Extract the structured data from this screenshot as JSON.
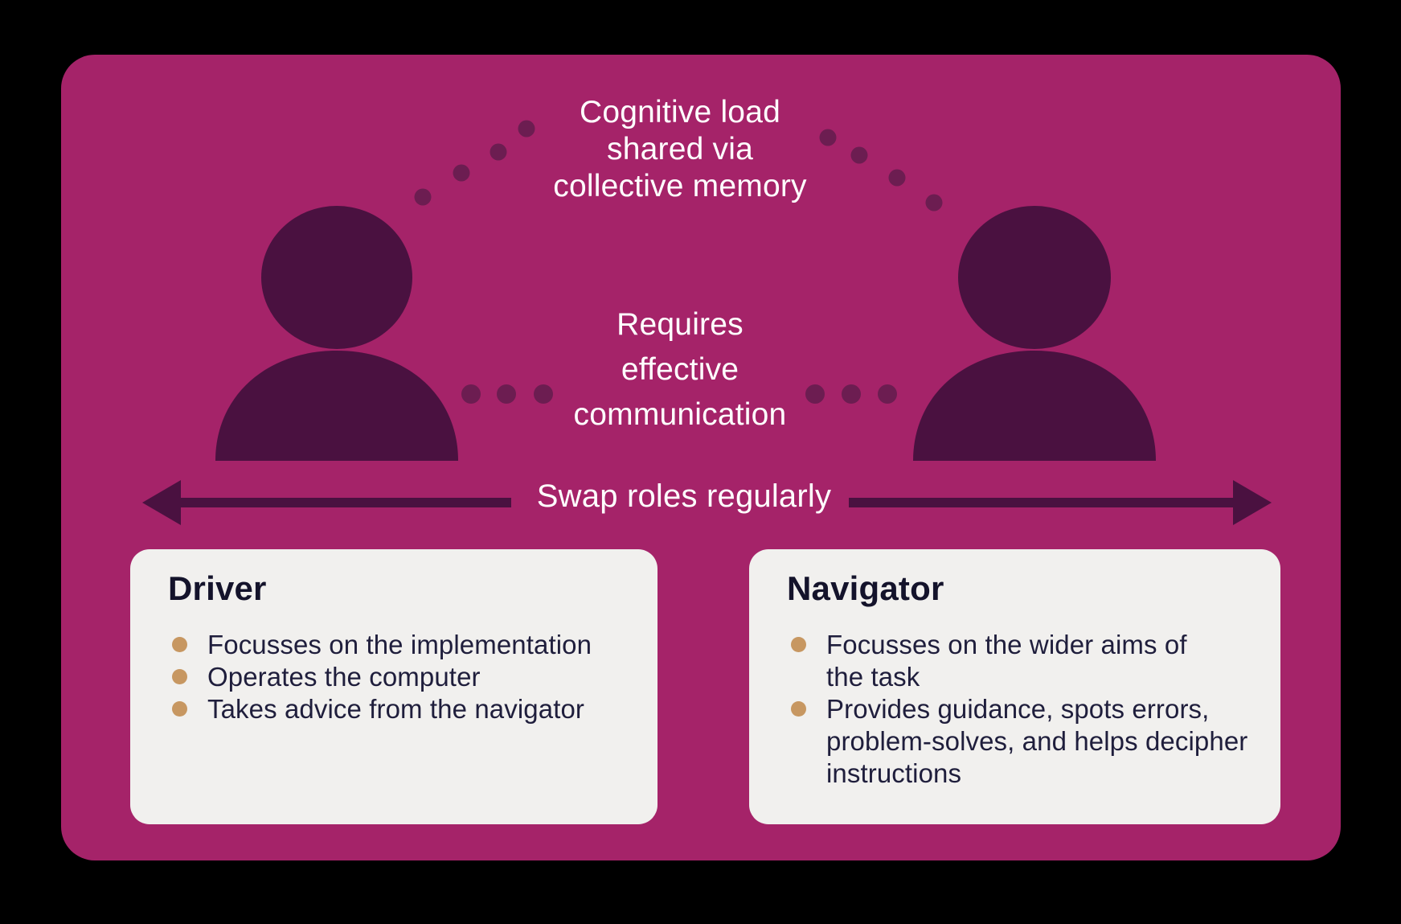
{
  "palette": {
    "surround": "#000000",
    "panel_magenta": "#A52369",
    "silhouette_plum": "#4A1140",
    "arc_dot_plum": "#6C1D51",
    "arrow_plum": "#4A1140",
    "card_background": "#F1F0EE",
    "heading_navy": "#14132B",
    "body_navy": "#1F1E3C",
    "bullet_tan": "#C79761",
    "light_text": "#FFFFFF"
  },
  "annotations": {
    "cognitive_load": {
      "lines": [
        "Cognitive load",
        "shared via",
        "collective memory"
      ]
    },
    "communication": {
      "lines": [
        "Requires",
        "effective",
        "communication"
      ]
    },
    "swap_roles": {
      "label": "Swap roles regularly"
    }
  },
  "cards": {
    "driver": {
      "title": "Driver",
      "bullets": [
        "Focusses on the implementation",
        "Operates the computer",
        "Takes advice from the navigator"
      ]
    },
    "navigator": {
      "title": "Navigator",
      "bullets": [
        "Focusses on the wider aims of the task",
        "Provides guidance, spots errors, problem-solves, and helps decipher instructions"
      ]
    }
  }
}
